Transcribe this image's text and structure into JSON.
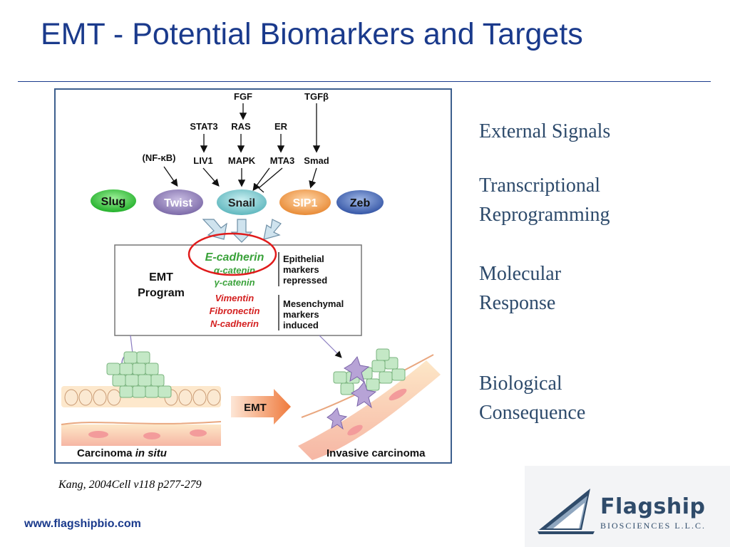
{
  "title": "EMT - Potential Biomarkers and Targets",
  "side_labels": {
    "external": "External Signals",
    "transcriptional_1": "Transcriptional",
    "transcriptional_2": "Reprogramming",
    "molecular_1": "Molecular",
    "molecular_2": "Response",
    "biological_1": "Biological",
    "biological_2": "Consequence"
  },
  "diagram": {
    "signals_top": [
      "FGF",
      "TGFβ"
    ],
    "signals_mid": [
      "STAT3",
      "RAS",
      "ER"
    ],
    "nfkb": "(NF-κB)",
    "mediators": [
      "LIV1",
      "MAPK",
      "MTA3",
      "Smad"
    ],
    "transcription_factors": [
      "Slug",
      "Twist",
      "Snail",
      "SIP1",
      "Zeb"
    ],
    "program_label_1": "EMT",
    "program_label_2": "Program",
    "epithelial_markers": [
      "E-cadherin",
      "α-catenin",
      "γ-catenin"
    ],
    "mesenchymal_markers": [
      "Vimentin",
      "Fibronectin",
      "N-cadherin"
    ],
    "epithelial_note": [
      "Epithelial",
      "markers",
      "repressed"
    ],
    "mesenchymal_note": [
      "Mesenchymal",
      "markers",
      "induced"
    ],
    "emt_arrow_label": "EMT",
    "left_caption_1": "Carcinoma ",
    "left_caption_2": "in situ",
    "right_caption": "Invasive carcinoma"
  },
  "citation": "Kang, 2004Cell v118 p277-279",
  "website": "www.flagshipbio.com",
  "logo": {
    "name": "Flagship",
    "subtitle": "BIOSCIENCES L.L.C."
  }
}
